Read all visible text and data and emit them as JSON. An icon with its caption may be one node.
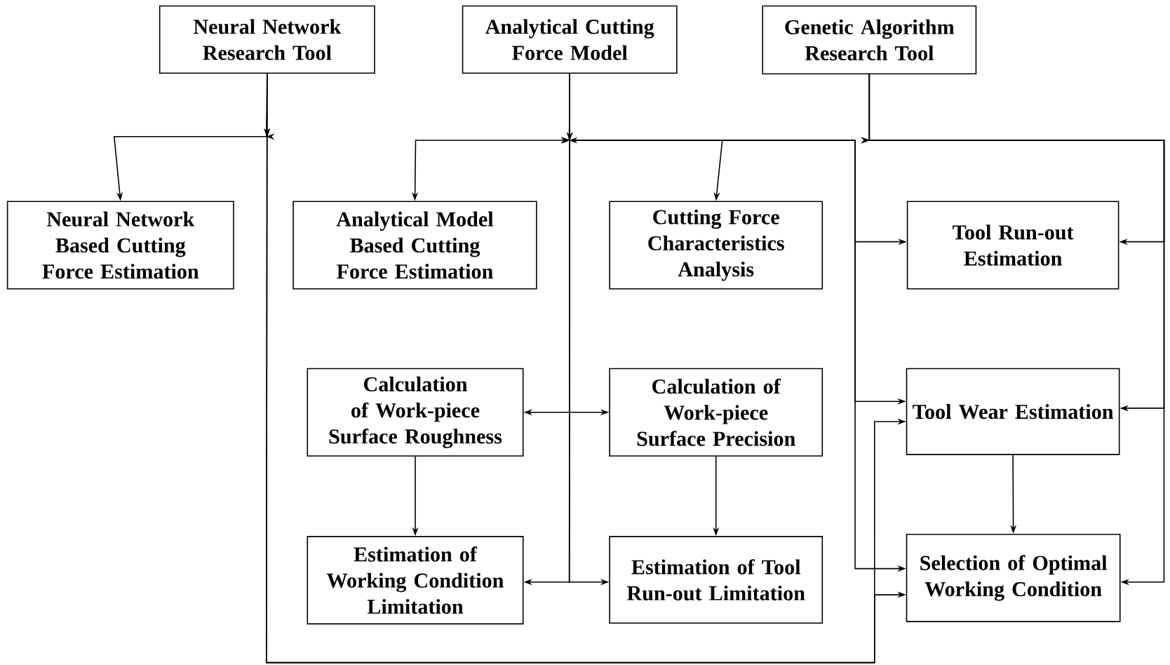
{
  "diagram": {
    "nodes": [
      {
        "text": [
          "Neural Network Research Tool"
        ]
      },
      {
        "text": [
          "Analytical Cutting Force Model"
        ]
      },
      {
        "text": [
          "Genetic Algorithm Research Tool"
        ]
      },
      {
        "text": [
          "Neural Network Based Cutting Force Estimation"
        ]
      },
      {
        "text": [
          "Analytical Model Based Cutting Force Estimation"
        ]
      },
      {
        "text": [
          "Cutting Force Characteristics Analysis"
        ]
      },
      {
        "text": [
          "Tool Run-out Estimation"
        ]
      },
      {
        "text": [
          "Calculation of Work-piece Surface Roughness"
        ]
      },
      {
        "text": [
          "Calculation of Work-piece Surface Precision"
        ]
      },
      {
        "text": [
          "Tool Wear Estimation"
        ]
      },
      {
        "text": [
          "Estimation of Working Condition Limitation"
        ]
      },
      {
        "text": [
          "Estimation of Tool Run-out Limitation"
        ]
      },
      {
        "text": [
          "Selection of Optimal Working Condition"
        ]
      }
    ],
    "edges": [
      {
        "from": 0,
        "to": 3,
        "arrow": "to"
      },
      {
        "from": 0,
        "to": 9,
        "arrow": "to"
      },
      {
        "from": 0,
        "to": 12,
        "arrow": "to"
      },
      {
        "from": 1,
        "to": 4,
        "arrow": "to"
      },
      {
        "from": 1,
        "to": 5,
        "arrow": "to"
      },
      {
        "from": 1,
        "to": 10,
        "arrow": "to"
      },
      {
        "from": 1,
        "to": 11,
        "arrow": "to"
      },
      {
        "from": 1,
        "to": 6,
        "arrow": "to"
      },
      {
        "from": 1,
        "to": 9,
        "arrow": "to"
      },
      {
        "from": 1,
        "to": 12,
        "arrow": "to"
      },
      {
        "from": 2,
        "to": 6,
        "arrow": "to"
      },
      {
        "from": 2,
        "to": 9,
        "arrow": "to"
      },
      {
        "from": 2,
        "to": 12,
        "arrow": "to"
      },
      {
        "from": 7,
        "to": 8,
        "arrow": "both"
      },
      {
        "from": 7,
        "to": 10,
        "arrow": "to"
      },
      {
        "from": 8,
        "to": 11,
        "arrow": "to"
      },
      {
        "from": 9,
        "to": 12,
        "arrow": "to"
      }
    ]
  }
}
